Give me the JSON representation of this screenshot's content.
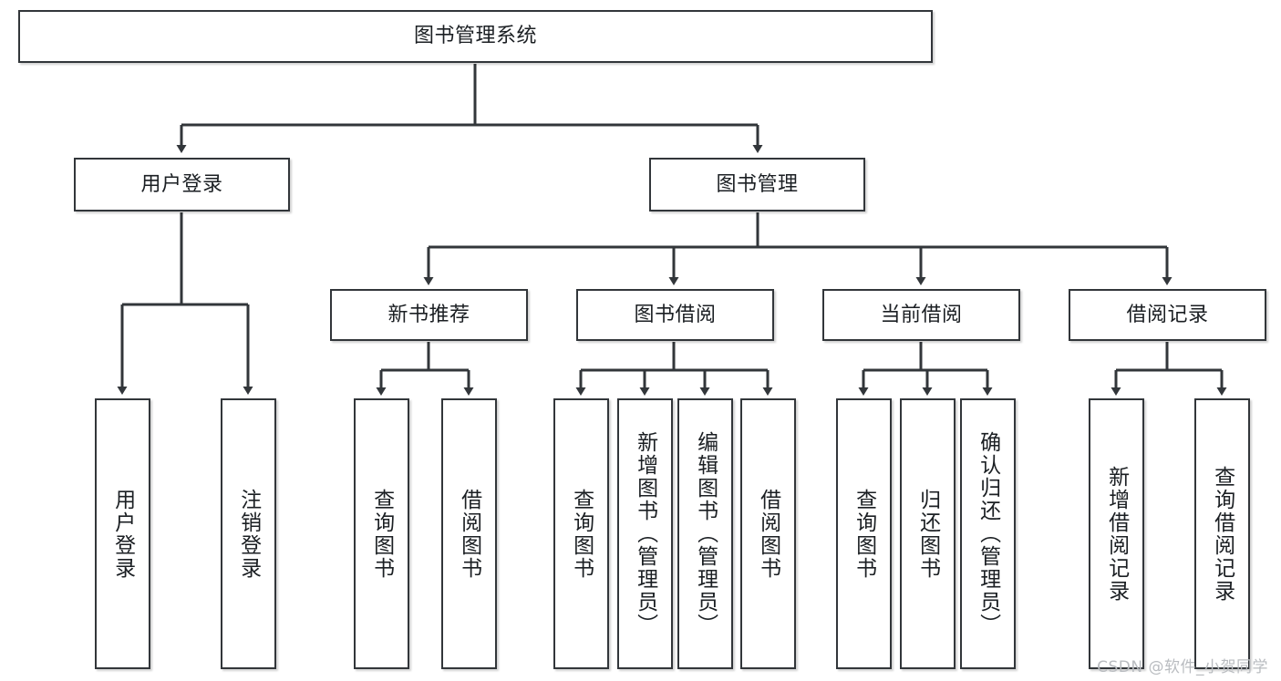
{
  "diagram": {
    "type": "tree-hierarchy-chart",
    "title_text": "图书管理系统",
    "colors": {
      "box_border": "#32363a",
      "box_fill": "#ffffff",
      "connector": "#32363a",
      "text": "#1b1f23",
      "watermark": "#b9bcc0",
      "page_background": "#ffffff"
    },
    "root": {
      "label": "图书管理系统"
    },
    "level2": [
      {
        "label": "用户登录"
      },
      {
        "label": "图书管理"
      }
    ],
    "level3": [
      {
        "label": "新书推荐"
      },
      {
        "label": "图书借阅"
      },
      {
        "label": "当前借阅"
      },
      {
        "label": "借阅记录"
      }
    ],
    "leaves": {
      "user_login": [
        {
          "label": "用户登录"
        },
        {
          "label": "注销登录"
        }
      ],
      "new_book_recommend": [
        {
          "label": "查询图书"
        },
        {
          "label": "借阅图书"
        }
      ],
      "book_borrow": [
        {
          "label": "查询图书"
        },
        {
          "label": "新增图书（管理员）"
        },
        {
          "label": "编辑图书（管理员）"
        },
        {
          "label": "借阅图书"
        }
      ],
      "current_borrow": [
        {
          "label": "查询图书"
        },
        {
          "label": "归还图书"
        },
        {
          "label": "确认归还（管理员）"
        }
      ],
      "borrow_record": [
        {
          "label": "新增借阅记录"
        },
        {
          "label": "查询借阅记录"
        }
      ]
    },
    "watermark": "CSDN @软件_小贺同学"
  }
}
